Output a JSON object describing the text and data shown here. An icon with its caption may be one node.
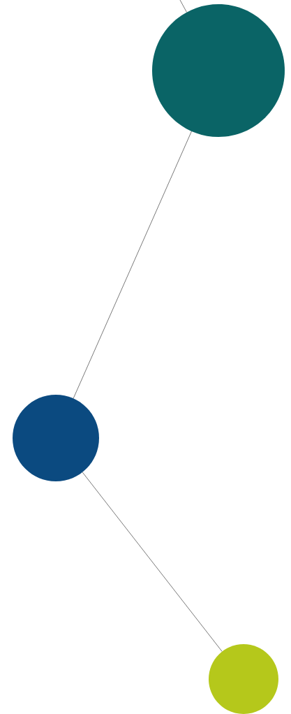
{
  "diagram": {
    "nodes": [
      {
        "text": [],
        "shape": "circle"
      },
      {
        "text": [],
        "shape": "circle"
      },
      {
        "text": [],
        "shape": "circle"
      }
    ],
    "edges": [
      {
        "from": null,
        "to": 0,
        "arrow": "none"
      },
      {
        "from": 0,
        "to": 1,
        "arrow": "none"
      },
      {
        "from": 1,
        "to": 2,
        "arrow": "none"
      }
    ]
  }
}
